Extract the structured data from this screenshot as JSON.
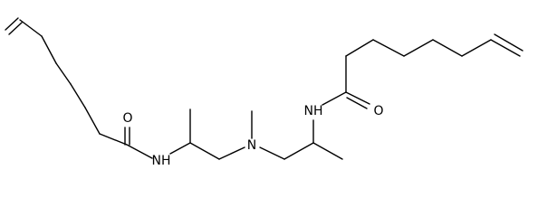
{
  "molecule": {
    "atoms": {
      "o_left": "O",
      "nh_left": "NH",
      "n_center": "N",
      "nh_right": "NH",
      "o_right": "O"
    },
    "colors": {
      "bond": "#000000",
      "label": "#000000",
      "background": "#ffffff"
    }
  }
}
